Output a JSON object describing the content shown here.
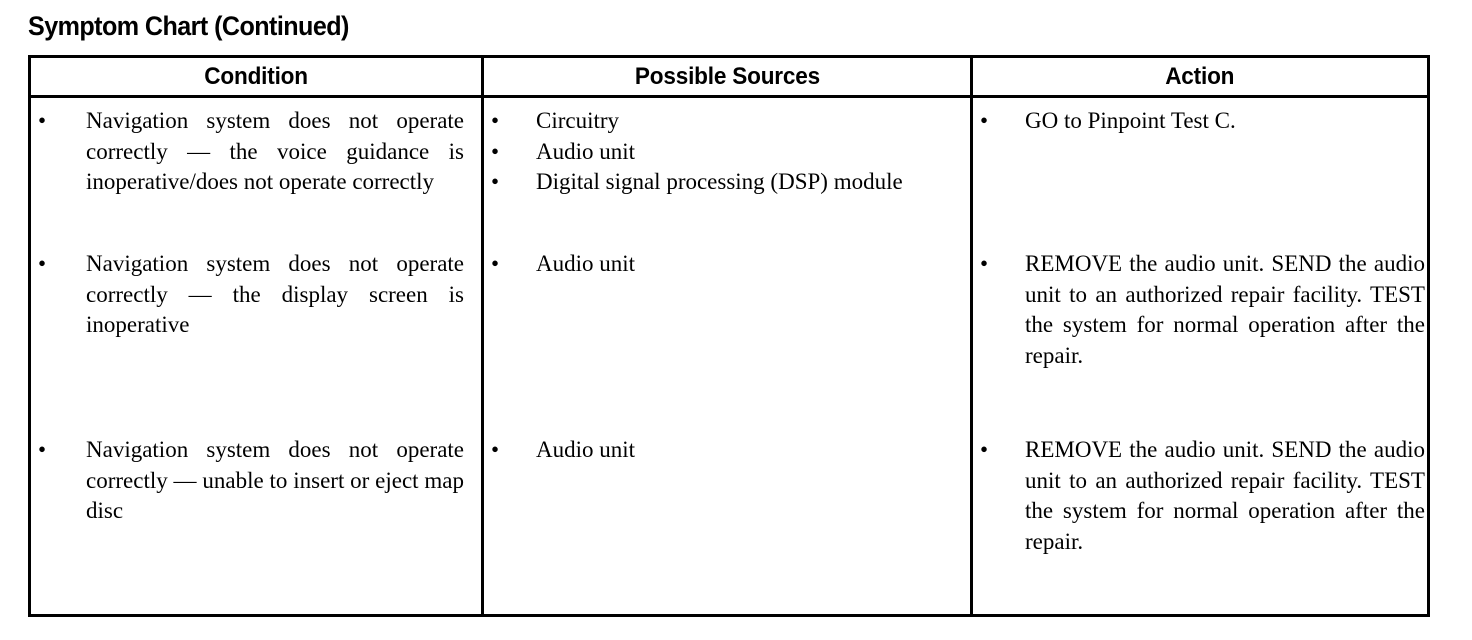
{
  "document": {
    "title": "Symptom Chart (Continued)"
  },
  "table": {
    "columns": [
      {
        "key": "condition",
        "label": "Condition"
      },
      {
        "key": "sources",
        "label": "Possible Sources"
      },
      {
        "key": "action",
        "label": "Action"
      }
    ],
    "bullet_glyph": "•",
    "rows": [
      {
        "condition": [
          "Navigation system does not operate correctly — the voice guidance is inoperative/does not operate correctly"
        ],
        "sources": [
          "Circuitry",
          "Audio unit",
          "Digital signal processing (DSP) module"
        ],
        "action": [
          "GO to Pinpoint Test C."
        ]
      },
      {
        "condition": [
          "Navigation system does not operate correctly — the display screen is inoperative"
        ],
        "sources": [
          "Audio unit"
        ],
        "action": [
          "REMOVE the audio unit. SEND the audio unit to an authorized repair facility. TEST the system for normal operation after the repair."
        ]
      },
      {
        "condition": [
          "Navigation system does not operate correctly — unable to insert or eject map disc"
        ],
        "sources": [
          "Audio unit"
        ],
        "action": [
          "REMOVE the audio unit. SEND the audio unit to an authorized repair facility. TEST the system for normal operation after the repair."
        ]
      }
    ]
  },
  "colors": {
    "ink": "#000000",
    "page": "#ffffff",
    "rule": "#000000"
  }
}
